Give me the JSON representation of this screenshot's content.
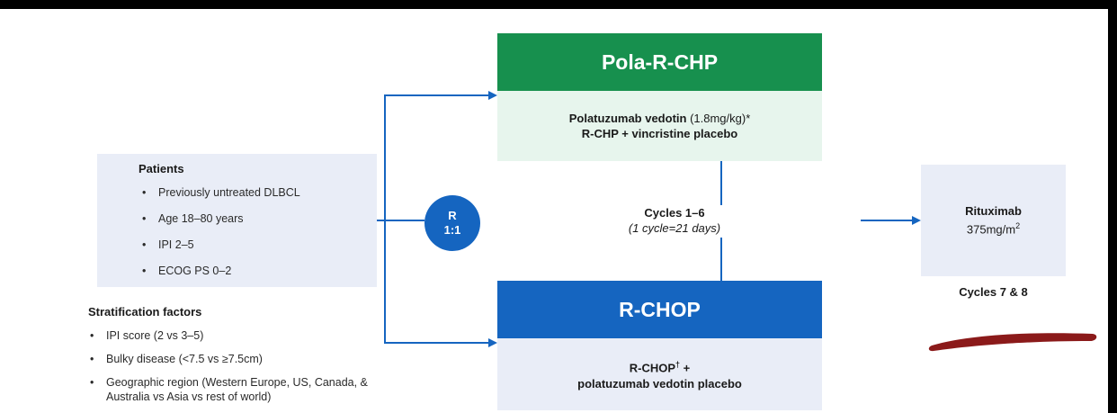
{
  "patients": {
    "title": "Patients",
    "items": [
      "Previously untreated DLBCL",
      "Age 18–80 years",
      "IPI 2–5",
      "ECOG PS 0–2"
    ]
  },
  "stratification": {
    "title": "Stratification factors",
    "items": [
      "IPI score (2 vs 3–5)",
      "Bulky disease (<7.5 vs ≥7.5cm)",
      "Geographic region (Western Europe, US, Canada, & Australia vs Asia vs rest of world)"
    ]
  },
  "randomization": {
    "line1": "R",
    "line2": "1:1"
  },
  "arms": {
    "pola": {
      "header": "Pola-R-CHP",
      "drug_bold": "Polatuzumab vedotin",
      "drug_dose": " (1.8mg/kg)*",
      "line2": "R-CHP + vincristine placebo"
    },
    "rchop": {
      "header": "R-CHOP",
      "line1": "R-CHOP",
      "line1_sup": "†",
      "line1_suffix": " +",
      "line2": "polatuzumab vedotin placebo"
    }
  },
  "cycles": {
    "label": "Cycles 1–6",
    "note": "(1 cycle=21 days)"
  },
  "rituximab": {
    "title": "Rituximab",
    "dose": "375mg/m",
    "dose_sup": "2",
    "cycles": "Cycles 7 & 8"
  },
  "colors": {
    "pola_green": "#17904e",
    "rchop_blue": "#1565c0",
    "arrow_blue": "#1565c0",
    "pen_mark": "#8b1a1a"
  }
}
